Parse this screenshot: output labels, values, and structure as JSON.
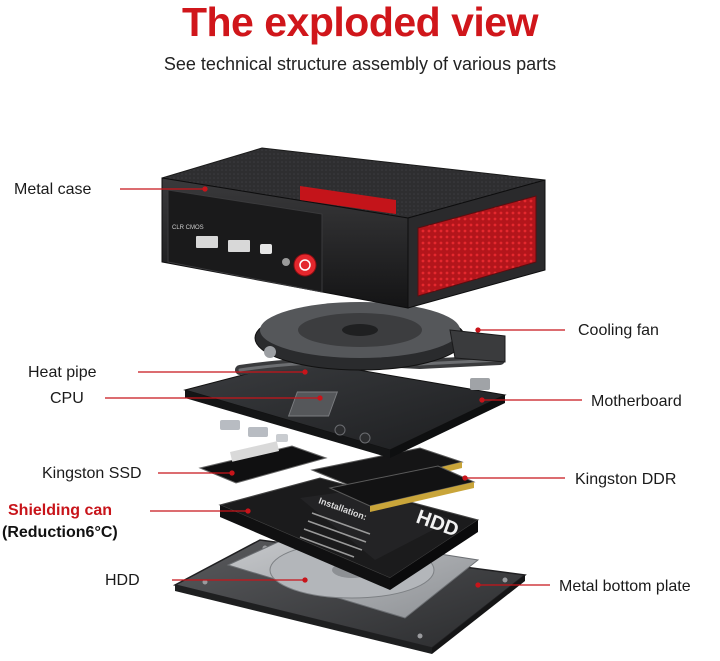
{
  "header": {
    "title": "The exploded view",
    "subtitle": "See technical structure assembly of various parts"
  },
  "labels": {
    "metal_case": "Metal case",
    "cooling_fan": "Cooling fan",
    "heat_pipe": "Heat pipe",
    "cpu": "CPU",
    "motherboard": "Motherboard",
    "kingston_ssd": "Kingston SSD",
    "kingston_ddr": "Kingston DDR",
    "shielding_can": "Shielding can",
    "shielding_note": "(Reduction6°C)",
    "hdd": "HDD",
    "metal_bottom_plate": "Metal bottom plate"
  },
  "device_print": {
    "clr_cmos": "CLR CMOS",
    "hdd_label": "HDD",
    "install_title": "Installation:"
  },
  "colors": {
    "accent_red": "#d0161b",
    "leader_red": "#c8141a",
    "case_dark": "#2b2b2d"
  }
}
